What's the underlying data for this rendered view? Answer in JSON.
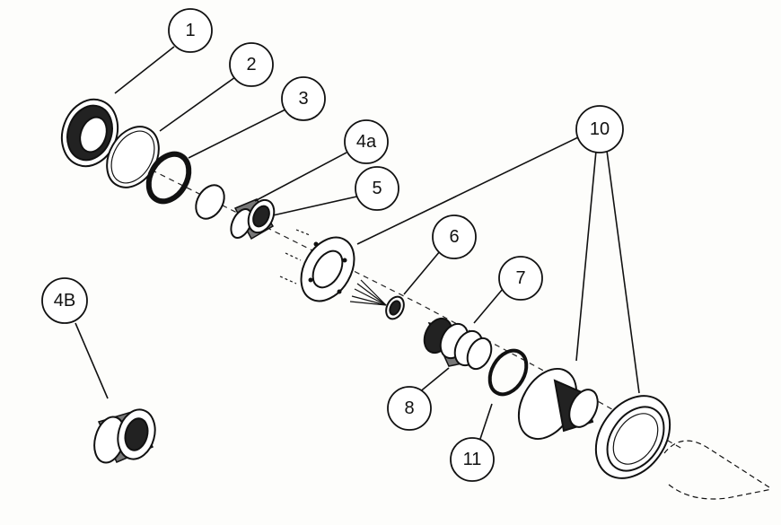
{
  "callouts": [
    {
      "id": "c1",
      "label": "1"
    },
    {
      "id": "c2",
      "label": "2"
    },
    {
      "id": "c3",
      "label": "3"
    },
    {
      "id": "c4a",
      "label": "4a"
    },
    {
      "id": "c5",
      "label": "5"
    },
    {
      "id": "c6",
      "label": "6"
    },
    {
      "id": "c7",
      "label": "7"
    },
    {
      "id": "c8",
      "label": "8"
    },
    {
      "id": "c10",
      "label": "10"
    },
    {
      "id": "c11",
      "label": "11"
    },
    {
      "id": "c4b",
      "label": "4B"
    }
  ]
}
